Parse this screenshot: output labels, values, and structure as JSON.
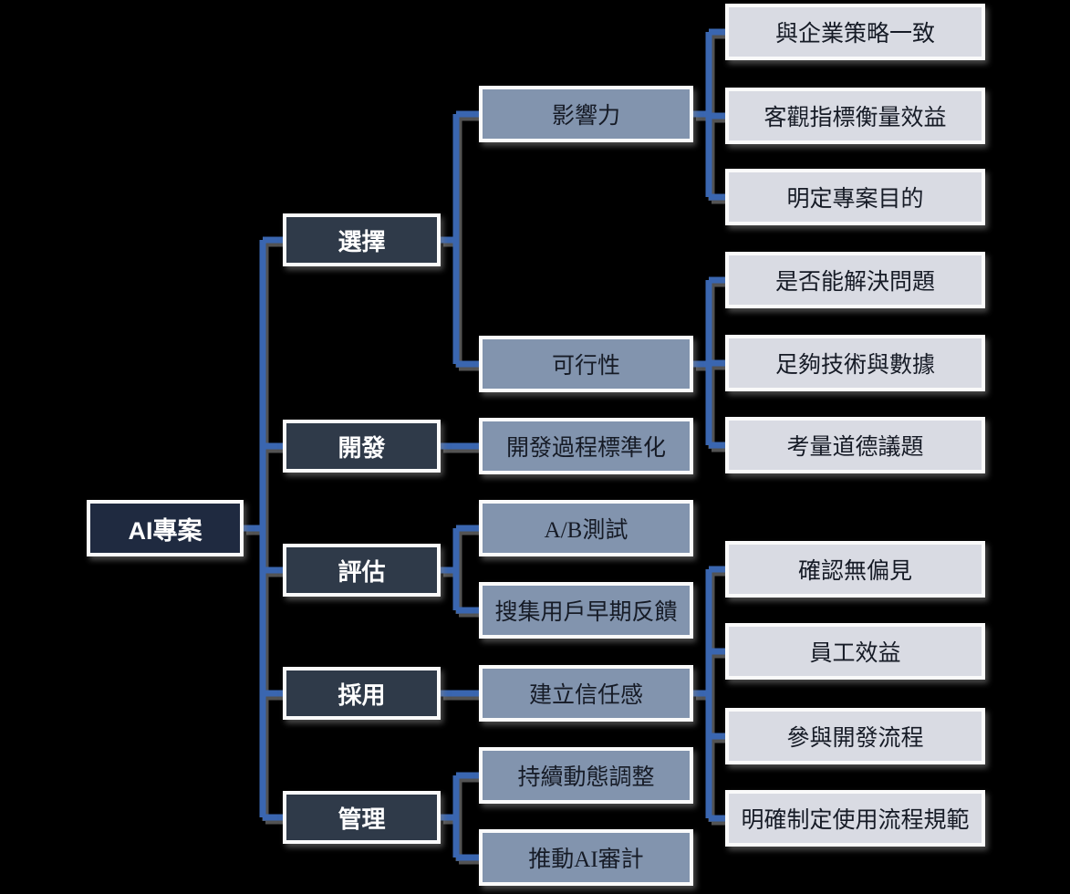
{
  "colors": {
    "background": "#000000",
    "root_fill": "#1f2a40",
    "branch_fill": "#2f3a49",
    "mid_fill": "#8294ae",
    "leaf_fill": "#d9dbe3",
    "connector_blue": "#3a66b0",
    "connector_shadow": "#5c5c5c",
    "box_border": "#fafafa",
    "dark_text": "#161b26"
  },
  "tree": {
    "root_label": "AI專案",
    "branches": [
      {
        "label": "選擇",
        "children": [
          {
            "label": "影響力",
            "children": [
              "與企業策略一致",
              "客觀指標衡量效益",
              "明定專案目的"
            ]
          },
          {
            "label": "可行性",
            "children": [
              "是否能解決問題",
              "足夠技術與數據",
              "考量道德議題"
            ]
          }
        ]
      },
      {
        "label": "開發",
        "children": [
          {
            "label": "開發過程標準化",
            "children": []
          }
        ]
      },
      {
        "label": "評估",
        "children": [
          {
            "label": "A/B測試",
            "children": []
          },
          {
            "label": "搜集用戶早期反饋",
            "children": []
          }
        ]
      },
      {
        "label": "採用",
        "children": [
          {
            "label": "建立信任感",
            "children": [
              "確認無偏見",
              "員工效益",
              "參與開發流程",
              "明確制定使用流程規範"
            ]
          }
        ]
      },
      {
        "label": "管理",
        "children": [
          {
            "label": "持續動態調整",
            "children": []
          },
          {
            "label": "推動AI審計",
            "children": []
          }
        ]
      }
    ]
  }
}
